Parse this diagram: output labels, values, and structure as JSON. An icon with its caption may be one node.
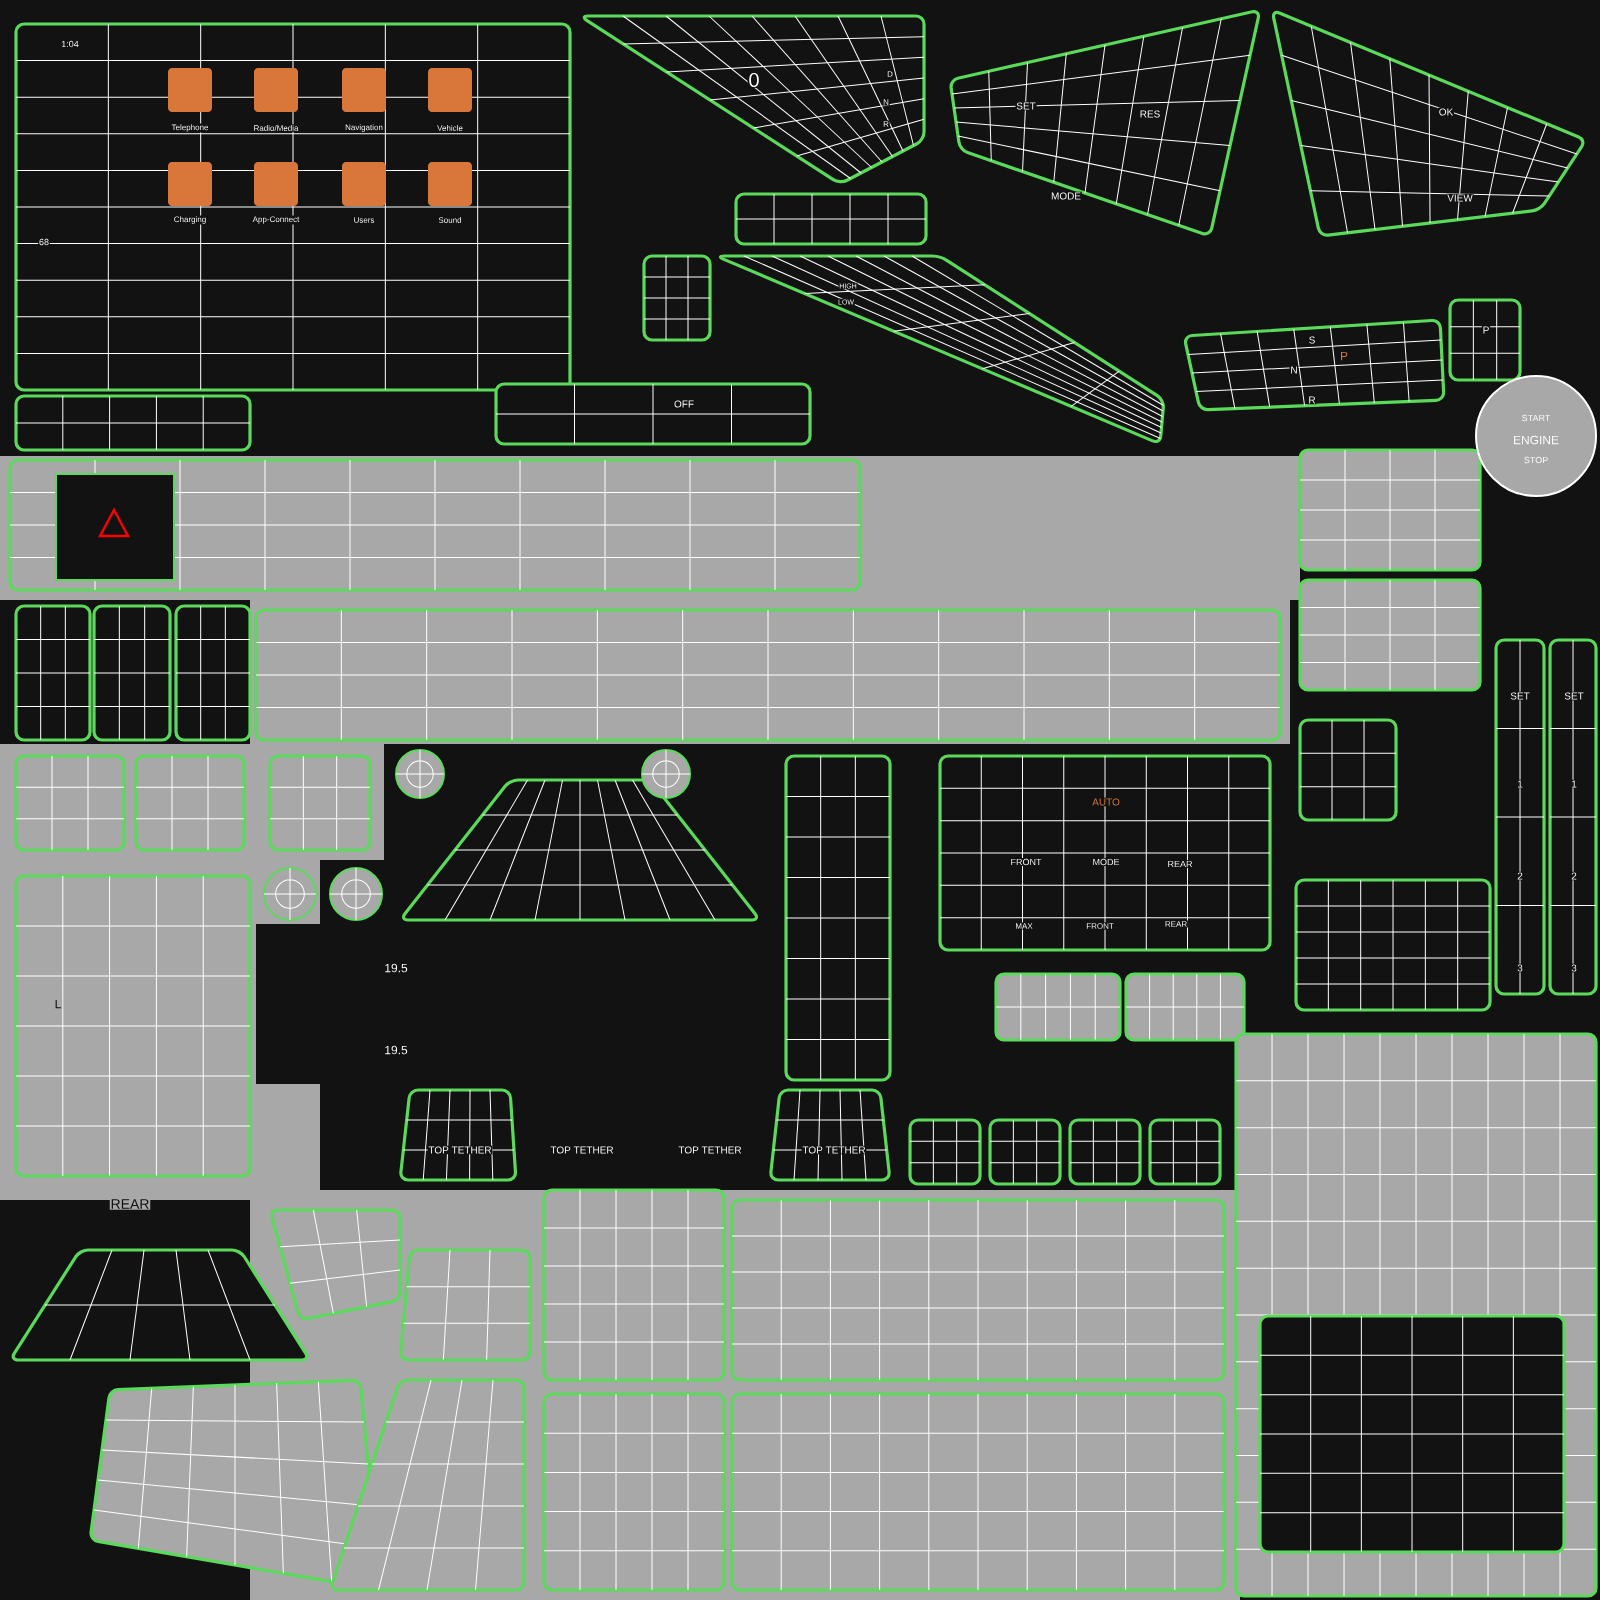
{
  "diagram": {
    "labels": [
      "1:04",
      "Telephone",
      "Radio/Media",
      "Navigation",
      "Vehicle",
      "Charging",
      "App-Connect",
      "Users",
      "Sound",
      "68",
      "0",
      "D",
      "N",
      "R",
      "SET",
      "RES",
      "MODE",
      "OK",
      "VIEW",
      "HIGH",
      "LOW",
      "OFF",
      "S",
      "P",
      "N",
      "R",
      "P",
      "START",
      "ENGINE",
      "STOP",
      "SET",
      "SET",
      "1",
      "1",
      "AUTO",
      "FRONT",
      "MODE",
      "REAR",
      "2",
      "2",
      "MAX",
      "FRONT",
      "REAR",
      "19.5",
      "3",
      "3",
      "L",
      "19.5",
      "TOP TETHER",
      "TOP TETHER",
      "TOP TETHER",
      "TOP TETHER",
      "REAR"
    ]
  }
}
